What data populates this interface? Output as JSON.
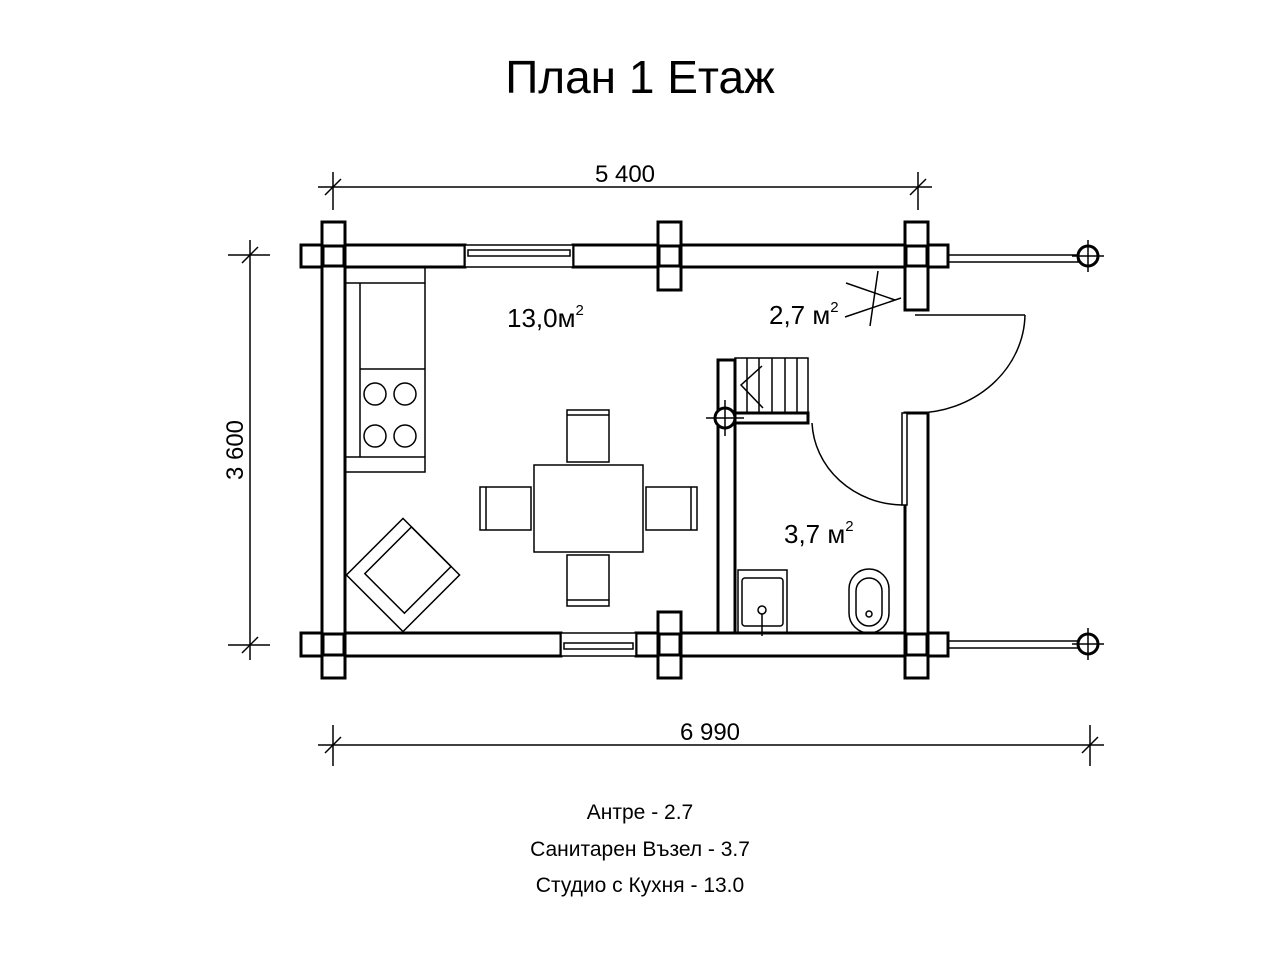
{
  "title": "План 1 Етаж",
  "dimensions": {
    "top": "5 400",
    "bottom": "6 990",
    "left": "3 600"
  },
  "rooms": [
    {
      "area": "13,0",
      "unit": "м",
      "exp": "2"
    },
    {
      "area": "2,7",
      "unit": "м",
      "exp": "2"
    },
    {
      "area": "3,7",
      "unit": "м",
      "exp": "2"
    }
  ],
  "legend": [
    "Антре - 2.7",
    "Санитарен Възел - 3.7",
    "Студио с Кухня - 13.0"
  ]
}
